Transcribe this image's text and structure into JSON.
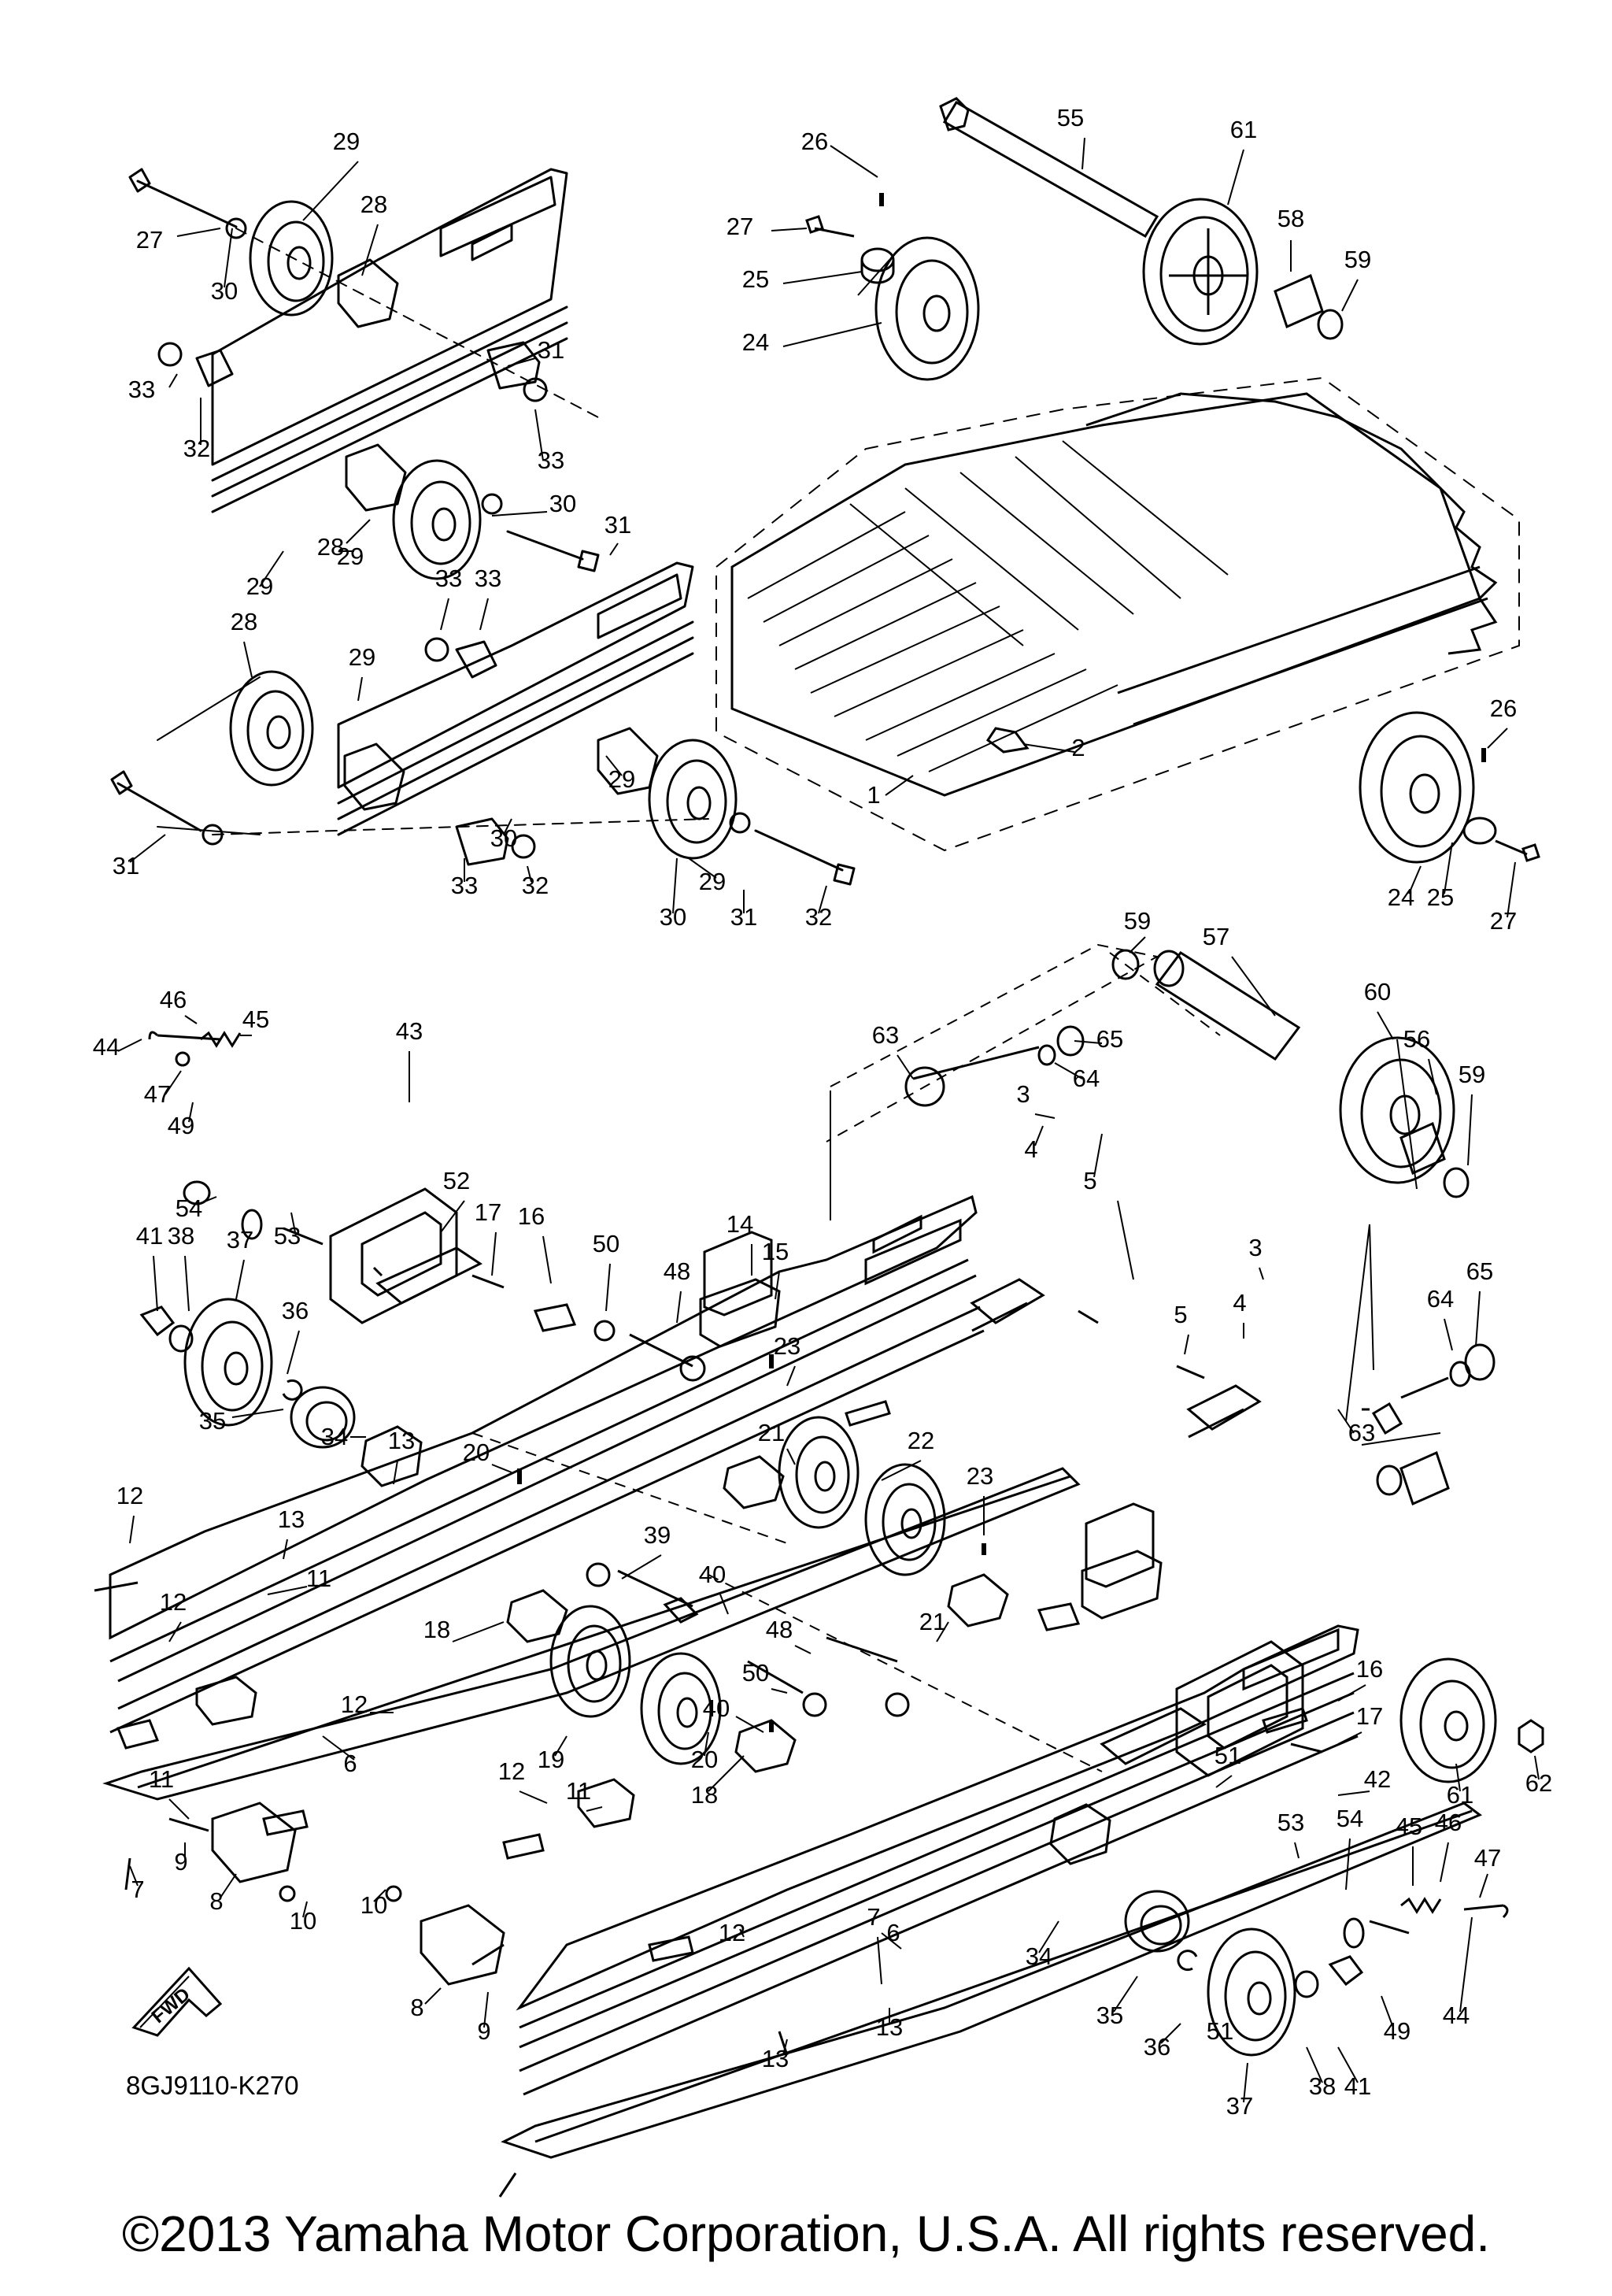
{
  "diagram": {
    "part_code": "8GJ9110-K270",
    "fwd_label": "FWD",
    "callouts": [
      "1",
      "2",
      "3",
      "4",
      "5",
      "6",
      "7",
      "8",
      "9",
      "10",
      "11",
      "12",
      "13",
      "14",
      "15",
      "16",
      "17",
      "18",
      "19",
      "20",
      "21",
      "22",
      "23",
      "24",
      "25",
      "26",
      "27",
      "28",
      "29",
      "30",
      "31",
      "32",
      "33",
      "34",
      "35",
      "36",
      "37",
      "38",
      "39",
      "40",
      "41",
      "42",
      "43",
      "44",
      "45",
      "46",
      "47",
      "48",
      "49",
      "50",
      "51",
      "52",
      "53",
      "54",
      "55",
      "56",
      "57",
      "58",
      "59",
      "60",
      "61",
      "62",
      "63",
      "64",
      "65"
    ]
  },
  "footer": {
    "copyright": "©2013 Yamaha Motor Corporation, U.S.A. All rights reserved."
  }
}
